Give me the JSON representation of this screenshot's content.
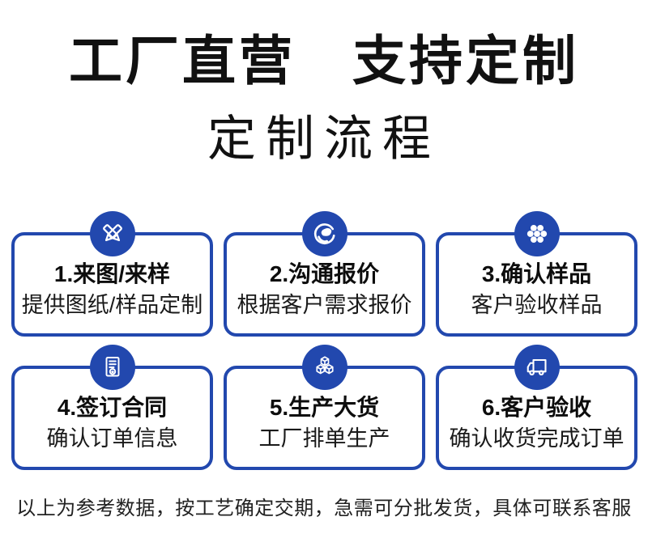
{
  "page": {
    "background": "#ffffff",
    "accent_blue": "#2248AE",
    "text_color": "#111111"
  },
  "header": {
    "title": "工厂直营　支持定制",
    "subtitle": "定制流程"
  },
  "steps": [
    {
      "icon": "pencil-edit-icon",
      "title": "1.来图/来样",
      "desc": "提供图纸/样品定制"
    },
    {
      "icon": "customer-service-icon",
      "title": "2.沟通报价",
      "desc": "根据客户需求报价"
    },
    {
      "icon": "cable-cross-section-icon",
      "title": "3.确认样品",
      "desc": "客户验收样品"
    },
    {
      "icon": "contract-document-icon",
      "title": "4.签订合同",
      "desc": "确认订单信息"
    },
    {
      "icon": "cubes-boxes-icon",
      "title": "5.生产大货",
      "desc": "工厂排单生产"
    },
    {
      "icon": "delivery-truck-icon",
      "title": "6.客户验收",
      "desc": "确认收货完成订单"
    }
  ],
  "footer": {
    "note": "以上为参考数据，按工艺确定交期，急需可分批发货，具体可联系客服"
  }
}
